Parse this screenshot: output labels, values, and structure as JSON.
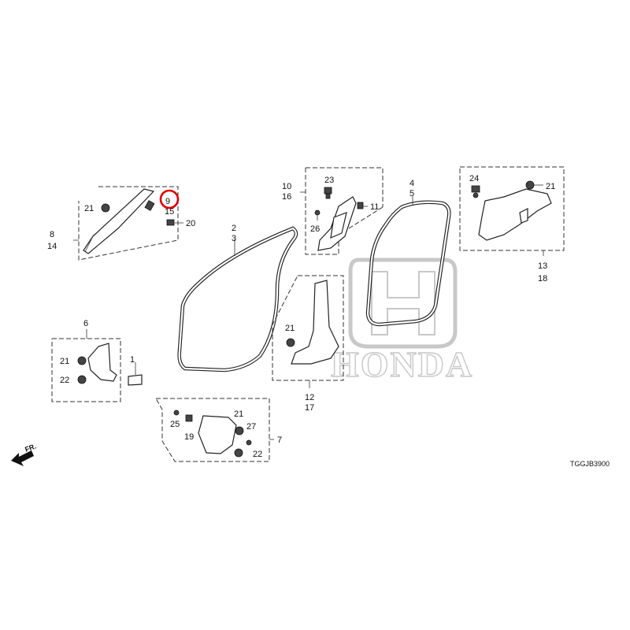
{
  "diagram": {
    "watermark": {
      "brand": "HONDA"
    },
    "highlight": {
      "label": "9",
      "color": "#e00000"
    },
    "front_indicator": "FR.",
    "drawing_code": "TGGJB3900",
    "labels": {
      "l1": "1",
      "l2": "2",
      "l3": "3",
      "l4": "4",
      "l5": "5",
      "l6": "6",
      "l7": "7",
      "l8": "8",
      "l10": "10",
      "l11": "11",
      "l12": "12",
      "l13": "13",
      "l14": "14",
      "l15": "15",
      "l16": "16",
      "l17": "17",
      "l18": "18",
      "l19": "19",
      "l20": "20",
      "l21a": "21",
      "l21b": "21",
      "l21c": "21",
      "l21d": "21",
      "l21e": "21",
      "l22a": "22",
      "l22b": "22",
      "l23": "23",
      "l24": "24",
      "l25": "25",
      "l26": "26",
      "l27": "27"
    }
  }
}
